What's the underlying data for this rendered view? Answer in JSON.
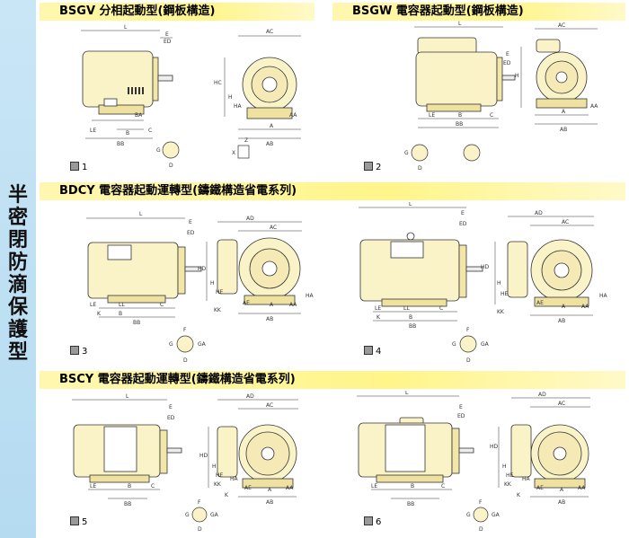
{
  "sidebar": {
    "title": "半密閉防滴保護型"
  },
  "sections": {
    "bsgv": "BSGV 分相起動型(鋼板構造)",
    "bsgw": "BSGW 電容器起動型(鋼板構造)",
    "bdcy": "BDCY 電容器起動運轉型(鑄鐵構造省電系列)",
    "bscy": "BSCY 電容器起動運轉型(鑄鐵構造省電系列)"
  },
  "figures": {
    "f1": "1",
    "f2": "2",
    "f3": "3",
    "f4": "4",
    "f5": "5",
    "f6": "6"
  },
  "dims": {
    "L": "L",
    "E": "E",
    "ED": "ED",
    "AC": "AC",
    "AD": "AD",
    "HC": "HC",
    "H": "H",
    "HA": "HA",
    "HD": "HD",
    "HE": "HE",
    "K": "K",
    "KK": "KK",
    "A": "A",
    "AA": "AA",
    "AB": "AB",
    "AE": "AE",
    "B": "B",
    "BA": "BA",
    "BB": "BB",
    "C": "C",
    "LE": "LE",
    "LL": "LL",
    "D": "D",
    "F": "F",
    "G": "G",
    "GA": "GA",
    "Z": "Z",
    "X": "X"
  },
  "colors": {
    "body": "#fbf3c8",
    "band": "#fff58a",
    "sidebar": "#c4e3f5",
    "line": "#333333"
  }
}
